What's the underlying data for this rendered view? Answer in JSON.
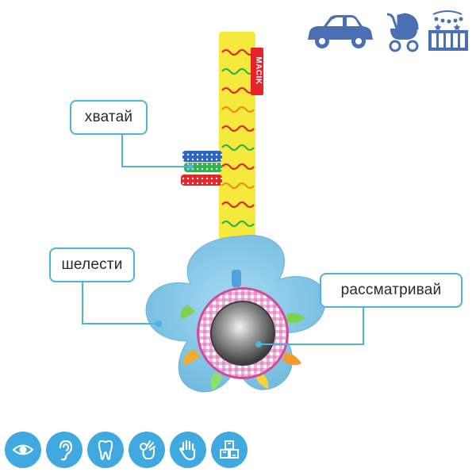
{
  "brand": {
    "tag_text": "MACIK"
  },
  "labels": {
    "grab": "хватай",
    "rustle": "шелести",
    "look": "рассматривай"
  },
  "colors": {
    "accent": "#3fa9e0",
    "top_icons": "#4a6fb5",
    "label_border": "#4fb3d9",
    "flower": "#8ccbe8",
    "ribbon": "#f5ea3c",
    "brand_tag": "#e8222a"
  },
  "usage_icons": [
    "car-icon",
    "stroller-icon",
    "crib-icon"
  ],
  "feature_icons": [
    "eye-icon",
    "ear-icon",
    "tooth-icon",
    "ok-hand-icon",
    "palm-icon",
    "cubes-icon"
  ]
}
